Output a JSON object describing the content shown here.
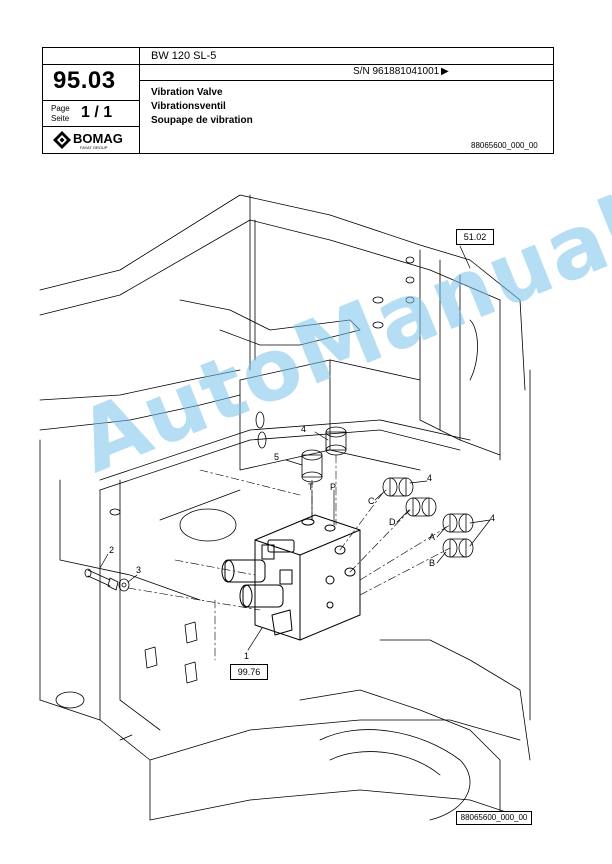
{
  "header": {
    "model": "BW 120 SL-5",
    "page_number": "95.03",
    "serial": "S/N 961881041001",
    "serial_arrow": "▶",
    "page_label_1": "Page",
    "page_label_2": "Seite",
    "page_of": "1 / 1",
    "brand": "BOMAG",
    "brand_sub": "FAYAT GROUP",
    "title_en": "Vibration Valve",
    "title_de": "Vibrationsventil",
    "title_fr": "Soupape de vibration",
    "doc_code": "88065600_000_00"
  },
  "diagram": {
    "ref_box_top": "51.02",
    "ref_box_bottom": "99.76",
    "bottom_code": "88065600_000_00",
    "callouts": {
      "c1": "1",
      "c2": "2",
      "c3": "3",
      "c4a": "4",
      "c4b": "4",
      "c4c": "4",
      "c5": "5",
      "port_T": "T",
      "port_P": "P",
      "port_C": "C",
      "port_D": "D",
      "port_A": "A",
      "port_B": "B"
    }
  },
  "watermark": "AutoManual"
}
